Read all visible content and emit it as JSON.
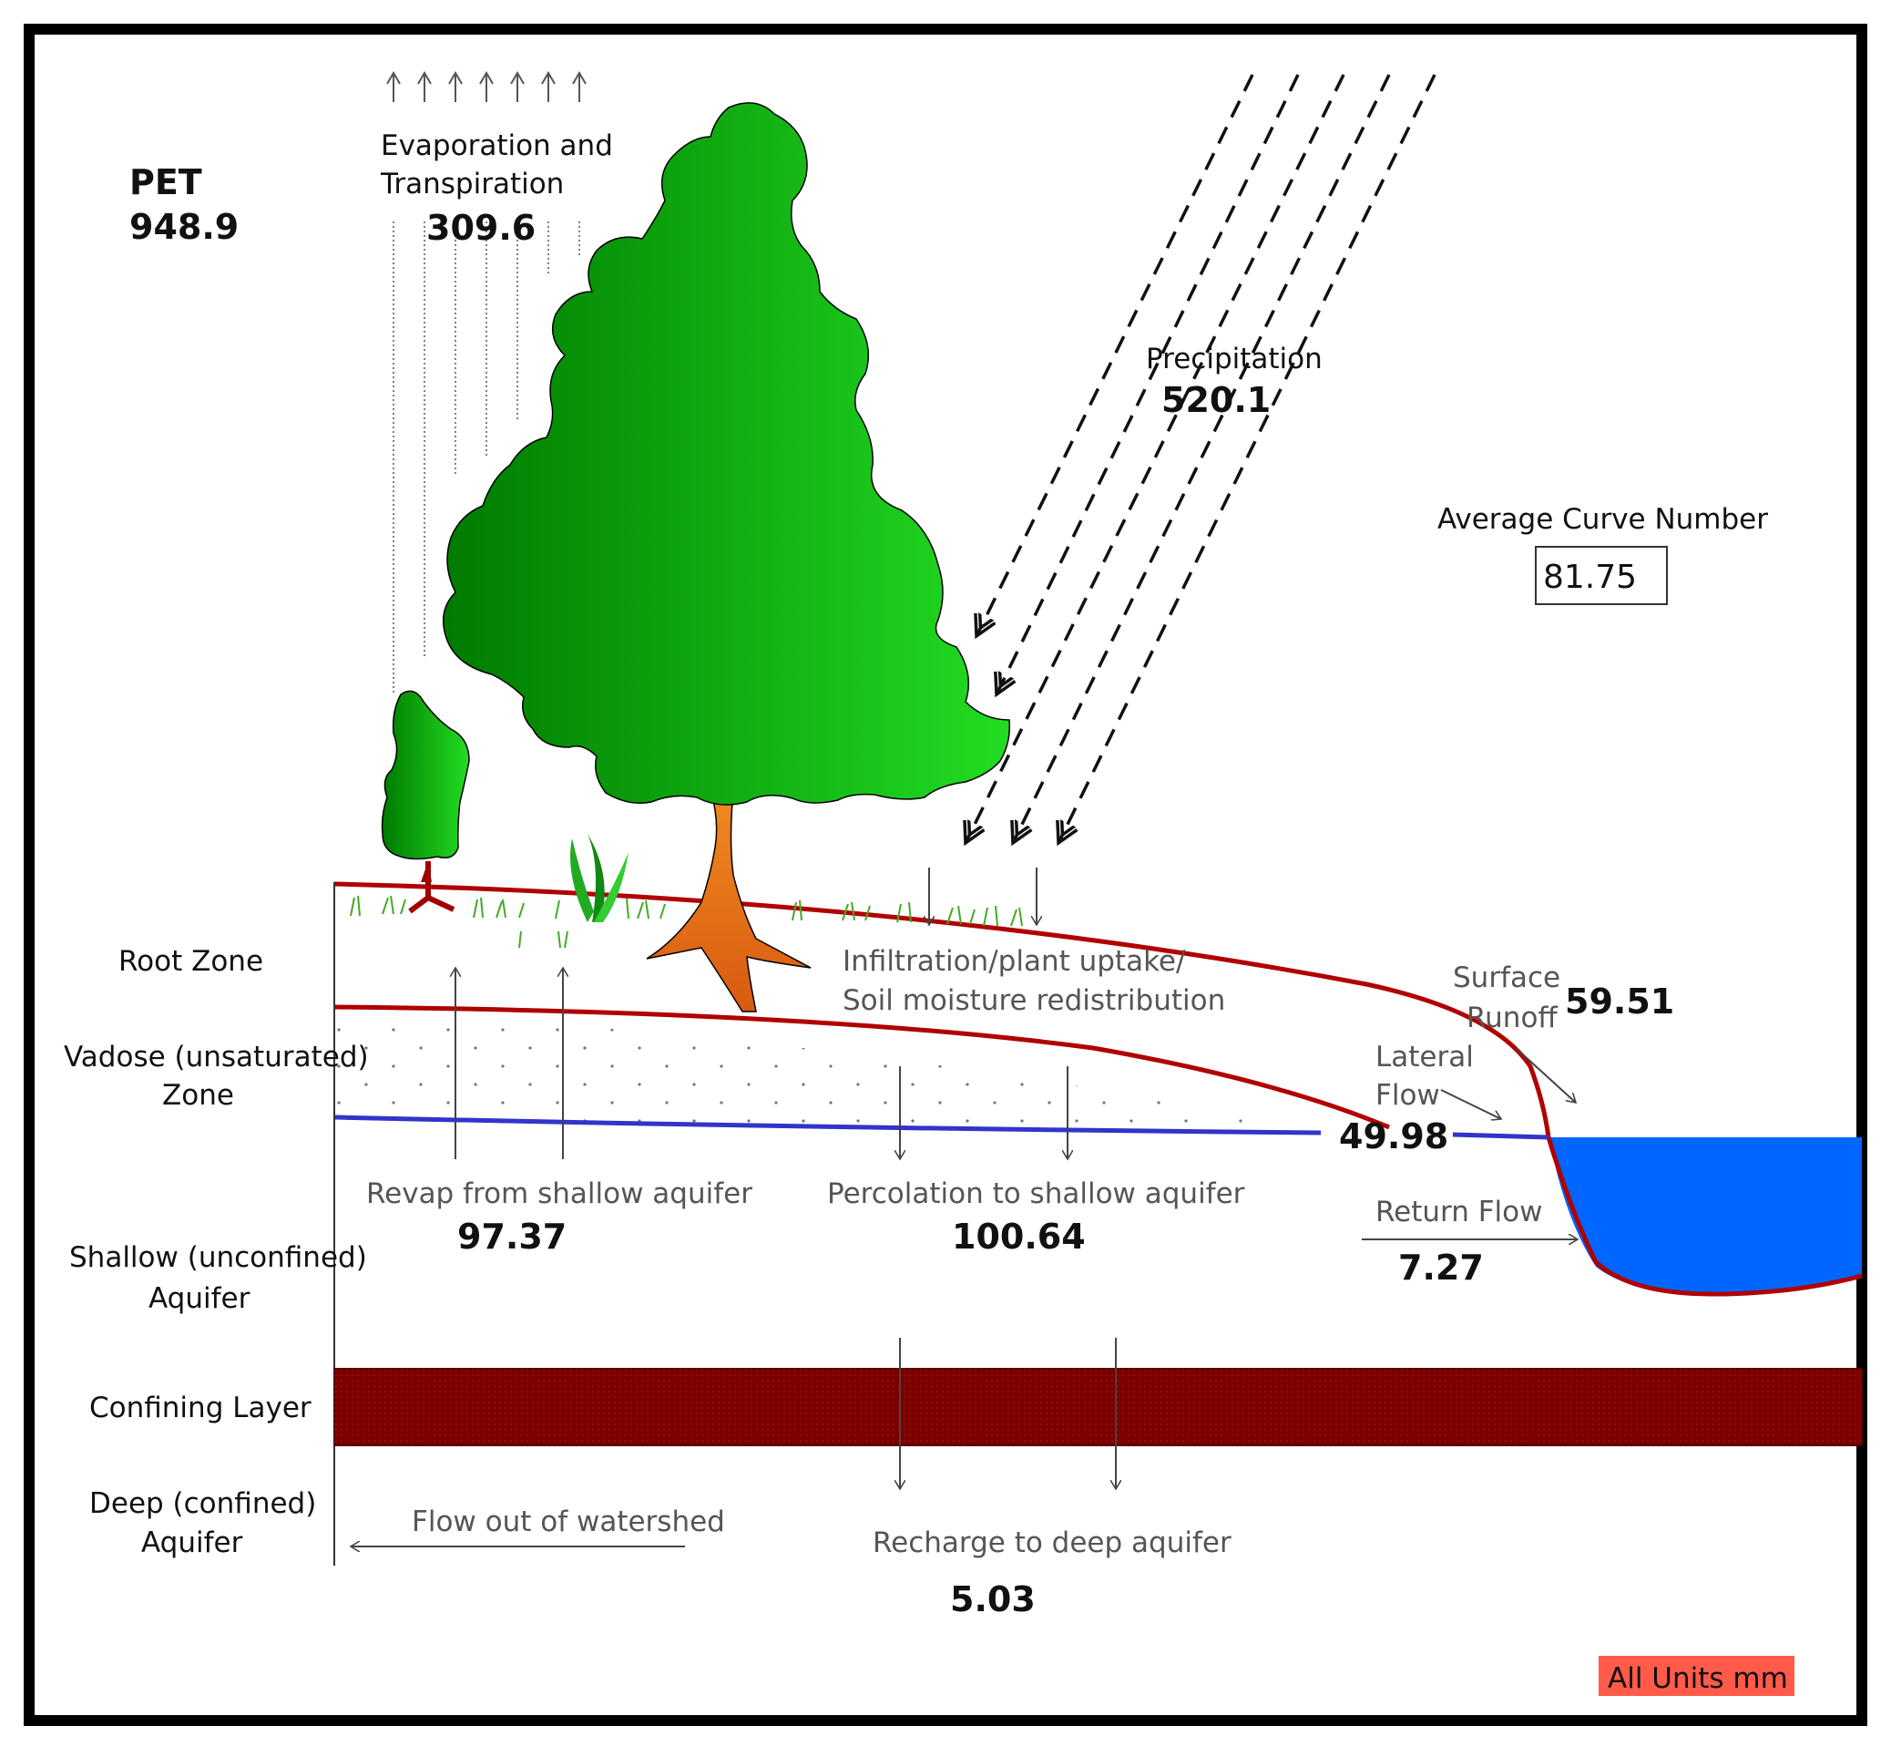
{
  "labels": {
    "pet_label": "PET",
    "pet_value": "948.9",
    "et_label_line1": "Evaporation and",
    "et_label_line2": "Transpiration",
    "et_value": "309.6",
    "precip_label": "Precipitation",
    "precip_value": "520.1",
    "cn_label": "Average Curve Number",
    "cn_value": "81.75",
    "root_zone": "Root Zone",
    "vadose_line1": "Vadose (unsaturated)",
    "vadose_line2": "Zone",
    "shallow_line1": "Shallow (unconfined)",
    "shallow_line2": "Aquifer",
    "confining": "Confining Layer",
    "deep_line1": "Deep (confined)",
    "deep_line2": "Aquifer",
    "infiltration_line1": "Infiltration/plant uptake/",
    "infiltration_line2": "Soil moisture redistribution",
    "surface_runoff_line1": "Surface",
    "surface_runoff_line2": "Runoff",
    "surface_runoff_value": "59.51",
    "lateral_flow_line1": "Lateral",
    "lateral_flow_line2": "Flow",
    "lateral_flow_value": "49.98",
    "revap_label": "Revap from shallow aquifer",
    "revap_value": "97.37",
    "percolation_label": "Percolation to shallow aquifer",
    "percolation_value": "100.64",
    "return_flow_label": "Return Flow",
    "return_flow_value": "7.27",
    "flow_out_label": "Flow out of watershed",
    "recharge_label": "Recharge to deep aquifer",
    "recharge_value": "5.03",
    "units_badge": "All Units mm"
  },
  "colors": {
    "tree_dark": "#007a00",
    "tree_light": "#22dd22",
    "trunk": "#e86a10",
    "soil_line": "#b00000",
    "water_table": "#3333cc",
    "stream": "#0066ff",
    "confining_layer": "#7a0000",
    "badge": "#ff5a4a"
  }
}
